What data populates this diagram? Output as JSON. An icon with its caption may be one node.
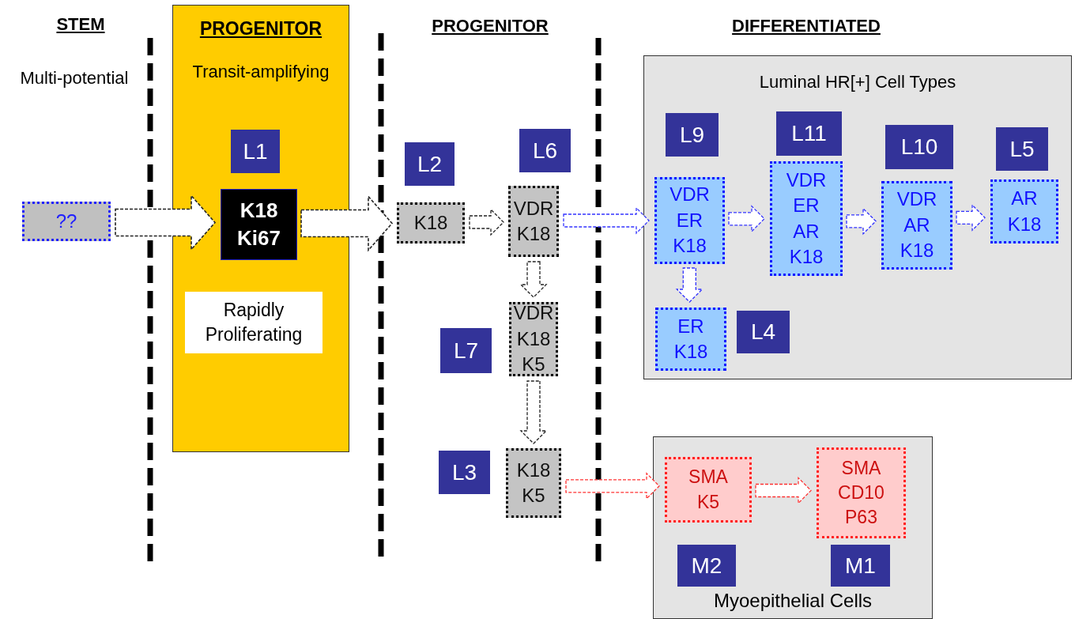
{
  "diagram": {
    "nodes": [
      {
        "text": [
          "??"
        ]
      },
      {
        "text": [
          "PROGENITOR",
          "Transit-amplifying"
        ]
      },
      {
        "text": [
          "K18 Ki67"
        ],
        "in": 1
      },
      {
        "text": [
          "Rapidly Proliferating"
        ],
        "in": 1
      },
      {
        "text": [
          "K18"
        ]
      },
      {
        "text": [
          "VDR K18"
        ]
      },
      {
        "text": [
          "VDR K18 K5"
        ]
      },
      {
        "text": [
          "K18 K5"
        ]
      },
      {
        "text": [
          "Luminal HR[+] Cell Types"
        ]
      },
      {
        "text": [
          "VDR ER K18"
        ],
        "in": 8
      },
      {
        "text": [
          "VDR ER AR K18"
        ],
        "in": 8
      },
      {
        "text": [
          "VDR AR K18"
        ],
        "in": 8
      },
      {
        "text": [
          "AR K18"
        ],
        "in": 8
      },
      {
        "text": [
          "ER K18"
        ],
        "in": 8
      },
      {
        "text": [
          "Myoepithelial Cells"
        ]
      },
      {
        "text": [
          "SMA K5"
        ],
        "in": 14
      },
      {
        "text": [
          "SMA CD10 P63"
        ],
        "in": 14
      },
      {
        "text": [
          "L1"
        ],
        "in": 1
      },
      {
        "text": [
          "L2"
        ]
      },
      {
        "text": [
          "L6"
        ]
      },
      {
        "text": [
          "L7"
        ]
      },
      {
        "text": [
          "L3"
        ]
      },
      {
        "text": [
          "L9"
        ],
        "in": 8
      },
      {
        "text": [
          "L11"
        ],
        "in": 8
      },
      {
        "text": [
          "L10"
        ],
        "in": 8
      },
      {
        "text": [
          "L5"
        ],
        "in": 8
      },
      {
        "text": [
          "L4"
        ],
        "in": 8
      },
      {
        "text": [
          "M2"
        ],
        "in": 14
      },
      {
        "text": [
          "M1"
        ],
        "in": 14
      }
    ],
    "edges": [
      {
        "from": 0,
        "to": 2,
        "arrow": "to",
        "style": "thick"
      },
      {
        "from": 2,
        "to": 4,
        "arrow": "to",
        "style": "thick"
      },
      {
        "from": 4,
        "to": 5,
        "arrow": "to"
      },
      {
        "from": 5,
        "to": 6,
        "arrow": "to"
      },
      {
        "from": 6,
        "to": 7,
        "arrow": "to"
      },
      {
        "from": 5,
        "to": 9,
        "arrow": "to",
        "color": "#3333ff"
      },
      {
        "from": 9,
        "to": 10,
        "arrow": "to",
        "color": "#3333ff"
      },
      {
        "from": 10,
        "to": 11,
        "arrow": "to",
        "color": "#3333ff"
      },
      {
        "from": 11,
        "to": 12,
        "arrow": "to",
        "color": "#3333ff"
      },
      {
        "from": 9,
        "to": 13,
        "arrow": "to",
        "color": "#3333ff"
      },
      {
        "from": 7,
        "to": 15,
        "arrow": "to",
        "color": "#ff3333"
      },
      {
        "from": 15,
        "to": 16,
        "arrow": "to",
        "color": "#ff3333"
      }
    ],
    "labels": [
      "STEM",
      "PROGENITOR",
      "DIFFERENTIATED",
      "Multi-potential"
    ]
  }
}
